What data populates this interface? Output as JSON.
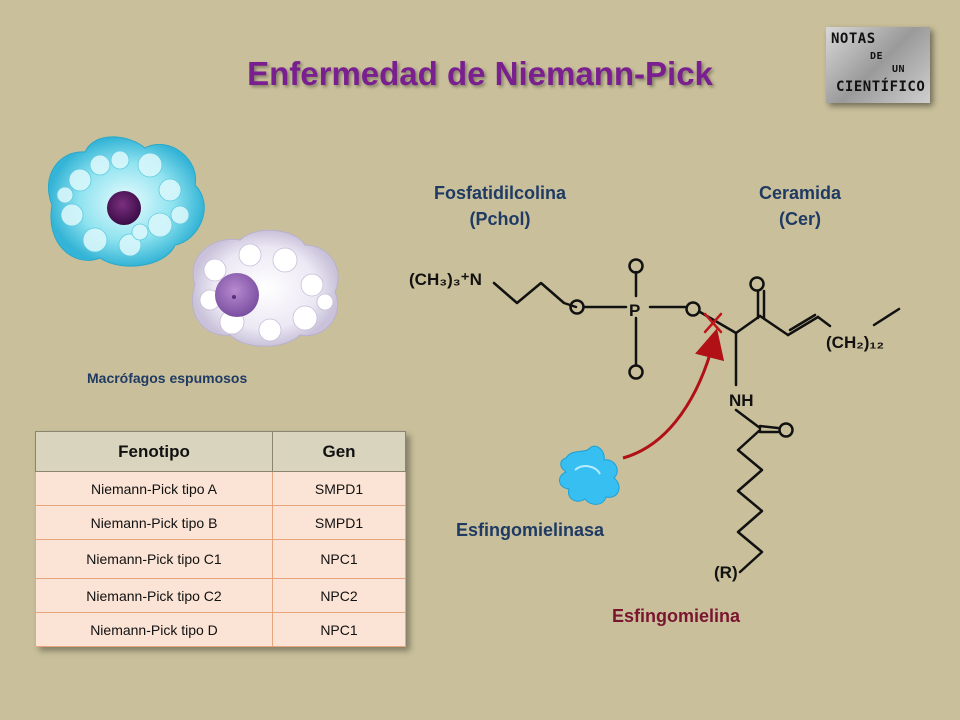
{
  "title": "Enfermedad de Niemann-Pick",
  "logo": {
    "line1": "NOTAS",
    "line2": "DE",
    "line3": "UN",
    "line4": "CIENTÍFICO"
  },
  "macrophage_caption": "Macrófagos espumosos",
  "table": {
    "headers": [
      "Fenotipo",
      "Gen"
    ],
    "rows": [
      [
        "Niemann-Pick tipo A",
        "SMPD1"
      ],
      [
        "Niemann-Pick tipo B",
        "SMPD1"
      ],
      [
        "Niemann-Pick tipo C1",
        "NPC1"
      ],
      [
        "Niemann-Pick tipo C2",
        "NPC2"
      ],
      [
        "Niemann-Pick tipo D",
        "NPC1"
      ]
    ]
  },
  "labels": {
    "pchol_line1": "Fosfatidilcolina",
    "pchol_line2": "(Pchol)",
    "cer_line1": "Ceramida",
    "cer_line2": "(Cer)",
    "choline": "(CH₃)₃⁺N",
    "phosphorus": "P",
    "ch2": "(CH₂)₁₂",
    "nh": "NH",
    "r": "(R)",
    "enzyme": "Esfingomielinasa",
    "product": "Esfingomielina"
  },
  "colors": {
    "title": "#7a1f8f",
    "background": "#c9c09b",
    "labels": "#1f3a63",
    "product": "#7a1530",
    "cleavage": "#c0151a",
    "enzyme": "#2fb6ee"
  }
}
